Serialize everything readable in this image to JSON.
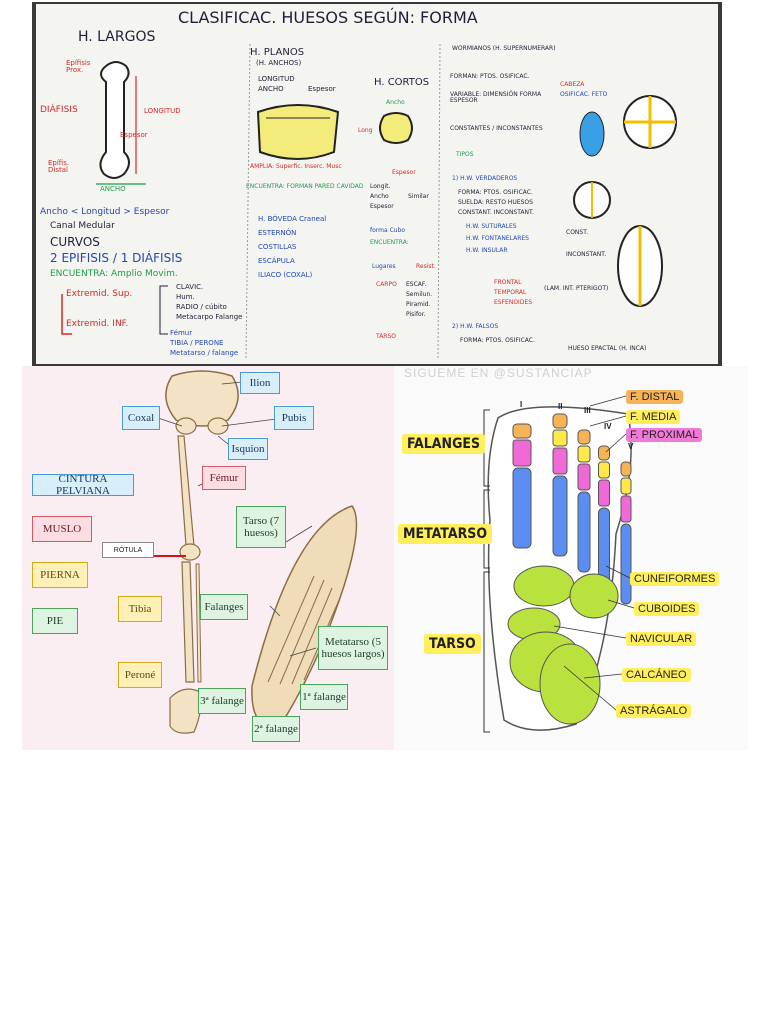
{
  "board": {
    "title": "CLASIFICAC. HUESOS SEGÚN: FORMA",
    "largos": {
      "heading": "H. LARGOS",
      "epifisis_prox": "Epífisis Prox.",
      "diafisis": "DIÁFISIS",
      "longitud": "LONGITUD",
      "espesor": "Espesor",
      "epifisis_distal": "Epífis. Distal",
      "ancho": "ANCHO",
      "line1": "Ancho < Longitud > Espesor",
      "line2": "Canal Medular",
      "line3": "CURVOS",
      "line4": "2 EPIFISIS / 1 DIÁFISIS",
      "line5": "ENCUENTRA: Amplio Movim.",
      "sup": "Extremid. Sup.",
      "sup_items": [
        "CLAVIC.",
        "Hum.",
        "RADIO / cúbito",
        "Metacarpo  Falange"
      ],
      "inf": "Extremid. INF.",
      "inf_items": [
        "Fémur",
        "TIBIA / PERONE",
        "Metatarso / falange"
      ]
    },
    "planos": {
      "heading": "H. PLANOS",
      "sub": "(H. ANCHOS)",
      "longitud": "LONGITUD",
      "ancho": "ANCHO",
      "espesor": "Espesor",
      "forman": "AMPLIA: Superfic. Inserc. Musc",
      "encuentra": "ENCUENTRA: FORMAN PARED CAVIDAD",
      "items": [
        "H. BÓVEDA Craneal",
        "ESTERNÓN",
        "COSTILLAS",
        "ESCÁPULA",
        "ILIACO (COXAL)"
      ]
    },
    "cortos": {
      "heading": "H. CORTOS",
      "ancho": "Ancho",
      "long": "Long",
      "espesor": "Espesor",
      "similar": "Similar",
      "lines": [
        "Longit.",
        "Ancho",
        "Espesor"
      ],
      "forma": "forma Cubo",
      "encuentra": "ENCUENTRA:",
      "lugares": "Lugares",
      "resist": "Resist.",
      "carpo": "CARPO",
      "carpo_items": [
        "ESCAF.",
        "Semilun.",
        "Piramid.",
        "Pisifor."
      ],
      "tarso": "TARSO"
    },
    "wormianos": {
      "heading": "WORMIANOS (H. SUPERNUMERAR)",
      "forman": "FORMAN: PTOS. OSIFICAC.",
      "variable": "VARIABLE: DIMENSIÓN FORMA ESPESOR",
      "constantes": "CONSTANTES / INCONSTANTES",
      "tipos": "TIPOS",
      "h_w_verdaderos": "1) H.W. VERDADEROS",
      "verd_items": [
        "FORMA: PTOS. OSIFICAC.",
        "SUELDA: RESTO HUESOS",
        "CONSTANT. INCONSTANT."
      ],
      "sub_items": [
        "H.W. SUTURALES",
        "H.W. FONTANELARES",
        "H.W. INSULAR"
      ],
      "const": "CONST.",
      "inconst": "INCONSTANT.",
      "falsos": "2) H.W. FALSOS",
      "frontal": "FRONTAL",
      "temporal": "TEMPORAL",
      "esfenoides": "ESFENOIDES",
      "lam": "(LAM. INT. PTERIGOT)",
      "forma_falsos": "FORMA: PTOS. OSIFICAC.",
      "huesos": "HUESO EPACTAL (H. INCA)",
      "cabeza": "CABEZA",
      "osificac": "OSIFICAC. FETO"
    }
  },
  "skeleton": {
    "ilion": "Ilion",
    "coxal": "Coxal",
    "pubis": "Pubis",
    "isquion": "Isquion",
    "cintura": "CINTURA PELVIANA",
    "femur": "Fémur",
    "tarso": "Tarso (7 huesos)",
    "muslo": "MUSLO",
    "rotula": "RÓTULA",
    "pierna": "PIERNA",
    "falanges": "Falanges",
    "tibia": "Tibia",
    "pie": "PIE",
    "metatarso": "Metatarso (5 huesos largos)",
    "perone": "Peroné",
    "falange3": "3ª falange",
    "falange1": "1ª falange",
    "falange2": "2ª falange"
  },
  "foot": {
    "watermark": "SIGUEME EN @SUSTANCIAP",
    "f_distal": "F. DISTAL",
    "f_media": "F. MEDIA",
    "f_proximal": "F. PROXIMAL",
    "falanges": "FALANGES",
    "metatarso": "METATARSO",
    "tarso": "TARSO",
    "cuneiformes": "CUNEIFORMES",
    "cuboides": "CUBOIDES",
    "navicular": "NAVICULAR",
    "calcaneo": "CALCÁNEO",
    "astragalo": "ASTRÁGALO",
    "roman": [
      "I",
      "II",
      "III",
      "IV",
      "V"
    ],
    "colors": {
      "distal": "#f7b357",
      "media": "#ffe94a",
      "proximal": "#ef6ad6",
      "metatarso": "#5b8ef0",
      "tarso": "#b9e23f"
    }
  }
}
